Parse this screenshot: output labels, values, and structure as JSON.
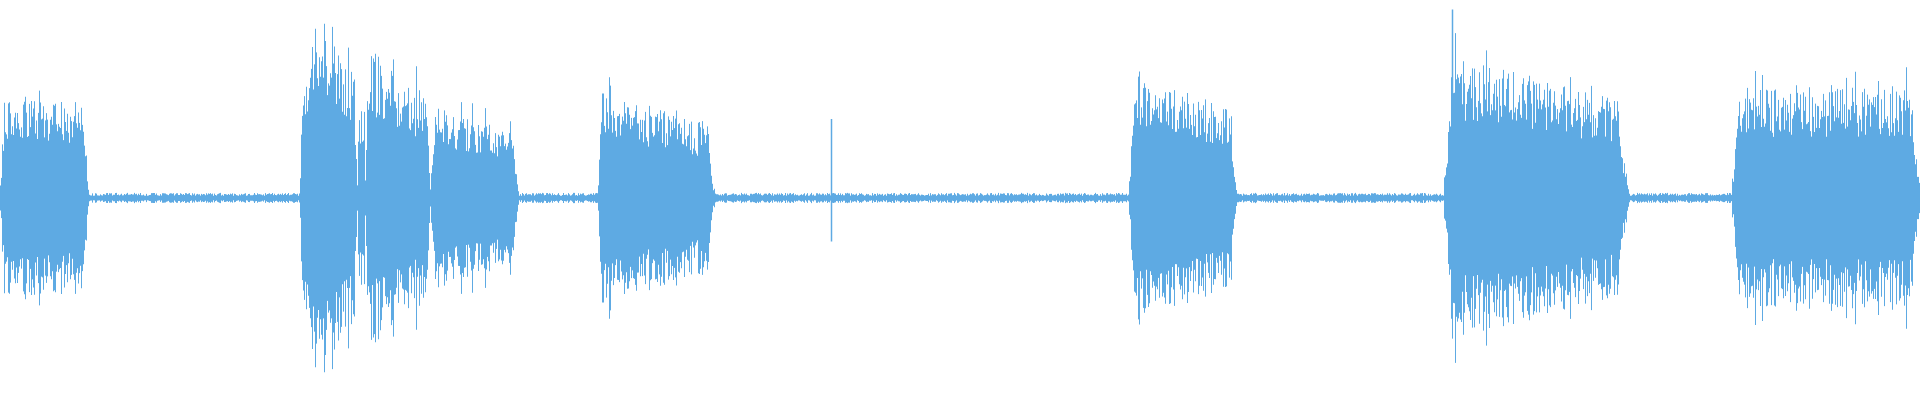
{
  "waveform": {
    "color": "#5eaae3",
    "background": "#ffffff",
    "silence_amplitude": 0.012,
    "segments": [
      {
        "start": 0.0,
        "end": 0.046,
        "amplitude": 0.32,
        "shape": "flat",
        "peak_jitter": 0.1
      },
      {
        "start": 0.156,
        "end": 0.186,
        "amplitude": 0.58,
        "shape": "attack",
        "peak_jitter": 0.14
      },
      {
        "start": 0.186,
        "end": 0.19,
        "amplitude": 0.3,
        "shape": "flat",
        "peak_jitter": 0.06
      },
      {
        "start": 0.19,
        "end": 0.224,
        "amplitude": 0.5,
        "shape": "decay",
        "peak_jitter": 0.12
      },
      {
        "start": 0.224,
        "end": 0.27,
        "amplitude": 0.32,
        "shape": "decay",
        "peak_jitter": 0.1
      },
      {
        "start": 0.311,
        "end": 0.372,
        "amplitude": 0.36,
        "shape": "decay",
        "peak_jitter": 0.1
      },
      {
        "start": 0.588,
        "end": 0.644,
        "amplitude": 0.44,
        "shape": "decay",
        "peak_jitter": 0.12
      },
      {
        "start": 0.752,
        "end": 0.848,
        "amplitude": 0.48,
        "shape": "decay",
        "peak_jitter": 0.14
      },
      {
        "start": 0.902,
        "end": 1.0,
        "amplitude": 0.36,
        "shape": "flat",
        "peak_jitter": 0.1
      }
    ],
    "spikes": [
      {
        "position": 0.433,
        "amplitude": 0.26
      },
      {
        "position": 0.756,
        "amplitude": 0.62
      }
    ]
  }
}
